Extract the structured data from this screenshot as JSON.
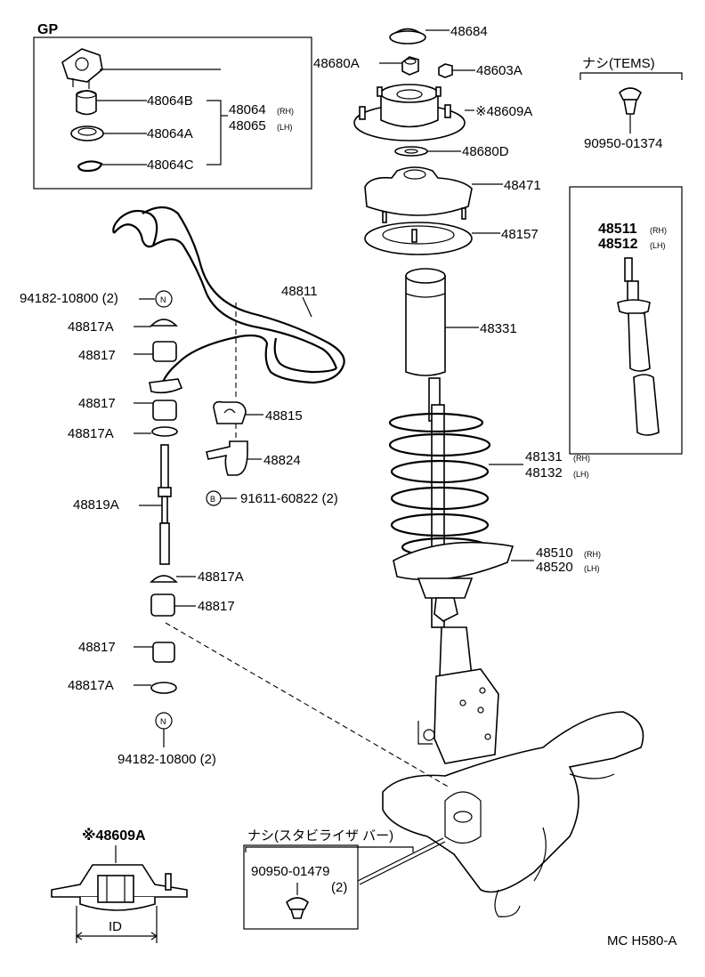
{
  "kit_group": {
    "title": "GP",
    "parts": [
      "48064B",
      "48064A",
      "48064C"
    ],
    "assembly_rh": "48064",
    "assembly_lh": "48065",
    "rh_tag": "(RH)",
    "lh_tag": "(LH)"
  },
  "strut_mount": {
    "cap": "48684",
    "nut": "48680A",
    "nut2": "48603A",
    "support": "※48609A",
    "washer": "48680D",
    "seat": "48471",
    "insulator": "48157",
    "bumper": "48331"
  },
  "coil_spring": {
    "rh": "48131",
    "lh": "48132",
    "rh_tag": "(RH)",
    "lh_tag": "(LH)"
  },
  "strut": {
    "rh": "48510",
    "lh": "48520",
    "rh_tag": "(RH)",
    "lh_tag": "(LH)"
  },
  "tems": {
    "title": "ナシ(TEMS)",
    "clip": "90950-01374",
    "absorber_rh": "48511",
    "absorber_lh": "48512",
    "rh_tag": "(RH)",
    "lh_tag": "(LH)"
  },
  "stabilizer": {
    "bar": "48811",
    "nut_top": "94182-10800 (2)",
    "nut_bottom": "94182-10800  (2)",
    "nut_marker": "N",
    "bolt_marker": "B",
    "labels": [
      "48817A",
      "48817",
      "48817",
      "48817A",
      "48819A",
      "48817A",
      "48817",
      "48817",
      "48817A"
    ],
    "bushing": "48815",
    "bracket": "48824",
    "bolt": "91611-60822 (2)"
  },
  "detail": {
    "title": "※48609A",
    "dimension": "ID"
  },
  "stabilizer_note": {
    "title": "ナシ(スタビライザ バー)",
    "part": "90950-01479",
    "qty": "(2)"
  },
  "code": "MC H580-A"
}
